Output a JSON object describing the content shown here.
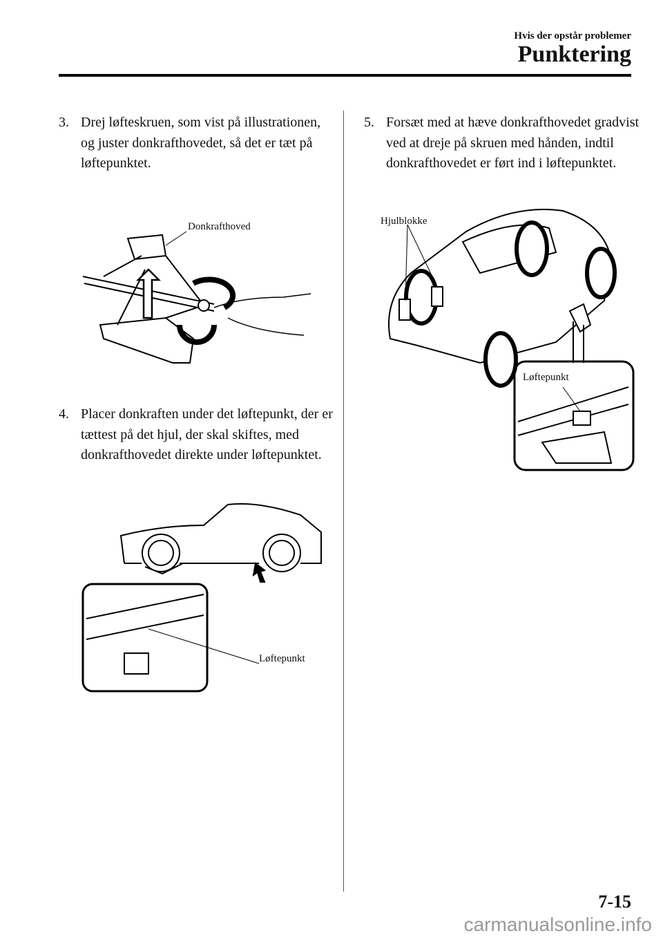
{
  "header": {
    "section": "Hvis der opstår problemer",
    "title": "Punktering"
  },
  "steps": [
    {
      "num": "3.",
      "text": "Drej løfteskruen, som vist på illustrationen, og juster donkrafthovedet, så det er tæt på løftepunktet."
    },
    {
      "num": "4.",
      "text": "Placer donkraften under det løftepunkt, der er tættest på det hjul, der skal skiftes, med donkrafthovedet direkte under løftepunktet."
    },
    {
      "num": "5.",
      "text": "Forsæt med at hæve donkrafthovedet gradvist ved at dreje på skruen med hånden, indtil donkrafthovedet er ført ind i løftepunktet."
    }
  ],
  "labels": {
    "jack_head": "Donkrafthoved",
    "lift_point_1": "Løftepunkt",
    "wheel_block": "Hjulblokke",
    "lift_point_2": "Løftepunkt"
  },
  "footer": {
    "page": "7-15",
    "watermark": "carmanualsonline.info"
  }
}
